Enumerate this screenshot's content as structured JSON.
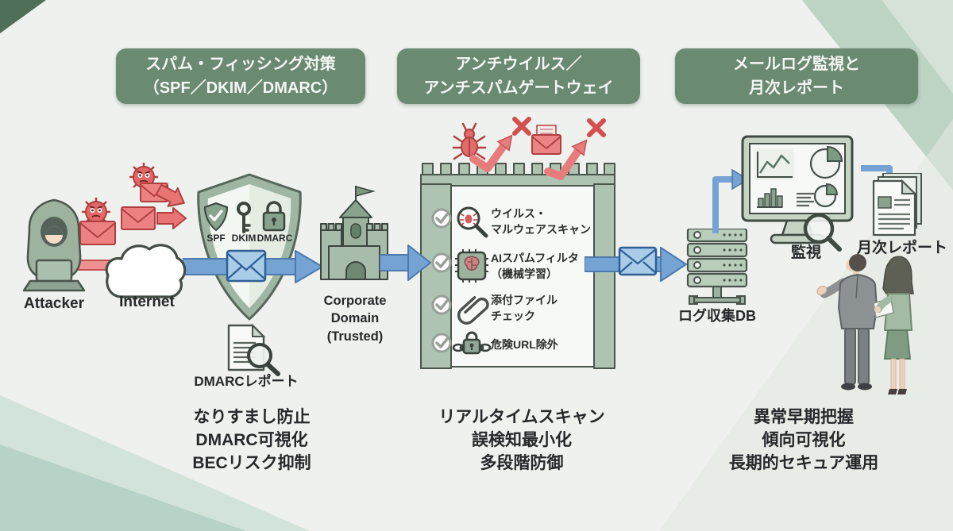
{
  "headers": [
    {
      "line1": "スパム・フィッシング対策",
      "line2": "（SPF／DKIM／DMARC）"
    },
    {
      "line1": "アンチウイルス／",
      "line2": "アンチスパムゲートウェイ"
    },
    {
      "line1": "メールログ監視と",
      "line2": "月次レポート"
    }
  ],
  "nodes": {
    "attacker": "Attacker",
    "internet": "Internet",
    "shield_badges": [
      "SPF",
      "DKIM",
      "DMARC"
    ],
    "corporate_domain": [
      "Corporate",
      "Domain",
      "(Trusted)"
    ],
    "dmarc_report": "DMARCレポート",
    "gateway_checks": [
      {
        "icon": "virus-scan-magnifier-icon",
        "line1": "ウイルス・",
        "line2": "マルウェアスキャン"
      },
      {
        "icon": "ai-chip-icon",
        "line1": "AIスパムフィルタ",
        "line2": "（機械学習）"
      },
      {
        "icon": "paperclip-icon",
        "line1": "添付ファイル",
        "line2": "チェック"
      },
      {
        "icon": "lock-chain-icon",
        "line1": "危険URL除外",
        "line2": ""
      }
    ],
    "log_db": "ログ収集DB",
    "monitoring": "監視",
    "monthly_report": "月次レポート"
  },
  "benefits": [
    {
      "lines": [
        "なりすまし防止",
        "DMARC可視化",
        "BECリスク抑制"
      ]
    },
    {
      "lines": [
        "リアルタイムスキャン",
        "誤検知最小化",
        "多段階防御"
      ]
    },
    {
      "lines": [
        "異常早期把握",
        "傾向可視化",
        "長期的セキュア運用"
      ]
    }
  ],
  "colors": {
    "background": "#eef1ed",
    "header-green": "#6b8a72",
    "sage": "#aec3b1",
    "sage-dark": "#4a554c",
    "panel": "#f7f9f6",
    "red": "#e97474",
    "red-dark": "#b84444",
    "blue": "#74a3d4",
    "blue-dark": "#4d79ad",
    "blue-light": "#a9cce9",
    "text": "#26292b",
    "decor-light": "#cde1d6",
    "decor-mid": "#b7d2c5",
    "decor-corner": "#4f6f58"
  }
}
